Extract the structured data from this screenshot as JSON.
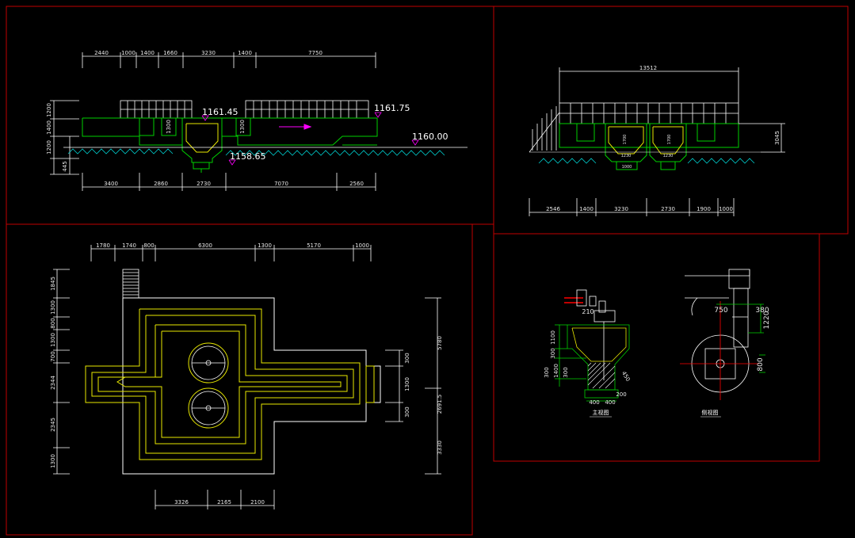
{
  "colors": {
    "background": "#000000",
    "frame": "#c00000",
    "outline": "#ffffff",
    "structure": "#00d000",
    "channel": "#e8e800",
    "ground": "#00c8c8",
    "flow": "#ff00ff",
    "axis": "#ff0000"
  },
  "panel1": {
    "top_dims": [
      "2440",
      "1000",
      "1400",
      "1660",
      "3230",
      "1400",
      "7750"
    ],
    "left_dims": [
      "1200",
      "1400",
      "1200",
      "445"
    ],
    "bottom_dims": [
      "3400",
      "2860",
      "2730",
      "7070",
      "2560"
    ],
    "section_marks": [
      "1300",
      "1300"
    ],
    "elevations": [
      "1161.45",
      "1161.75",
      "1160.00",
      "1158.65"
    ]
  },
  "panel2": {
    "top_dim": "13512",
    "right_dim": "3045",
    "inner_marks": [
      "1700",
      "1700",
      "1230",
      "1230",
      "1000"
    ],
    "bottom_dims": [
      "2546",
      "1400",
      "3230",
      "2730",
      "1900",
      "1000"
    ]
  },
  "panel3": {
    "top_dims": [
      "1780",
      "1740",
      "800",
      "6300",
      "1300",
      "5170",
      "1000"
    ],
    "left_dims": [
      "1845",
      "1300",
      "800",
      "1300",
      "700",
      "2344",
      "2345",
      "1300"
    ],
    "right_dims": [
      "300",
      "1300",
      "300",
      "5780",
      "2691.5",
      "3330"
    ],
    "bottom_dims": [
      "3326",
      "2165",
      "2100"
    ]
  },
  "panel4": {
    "front": {
      "caption": "主视图",
      "dims": [
        "210",
        "1100",
        "300",
        "300",
        "1400",
        "300",
        "450",
        "200",
        "400",
        "400"
      ]
    },
    "side": {
      "caption": "侧视图",
      "dims": [
        "750",
        "380",
        "1220",
        "800"
      ]
    }
  }
}
